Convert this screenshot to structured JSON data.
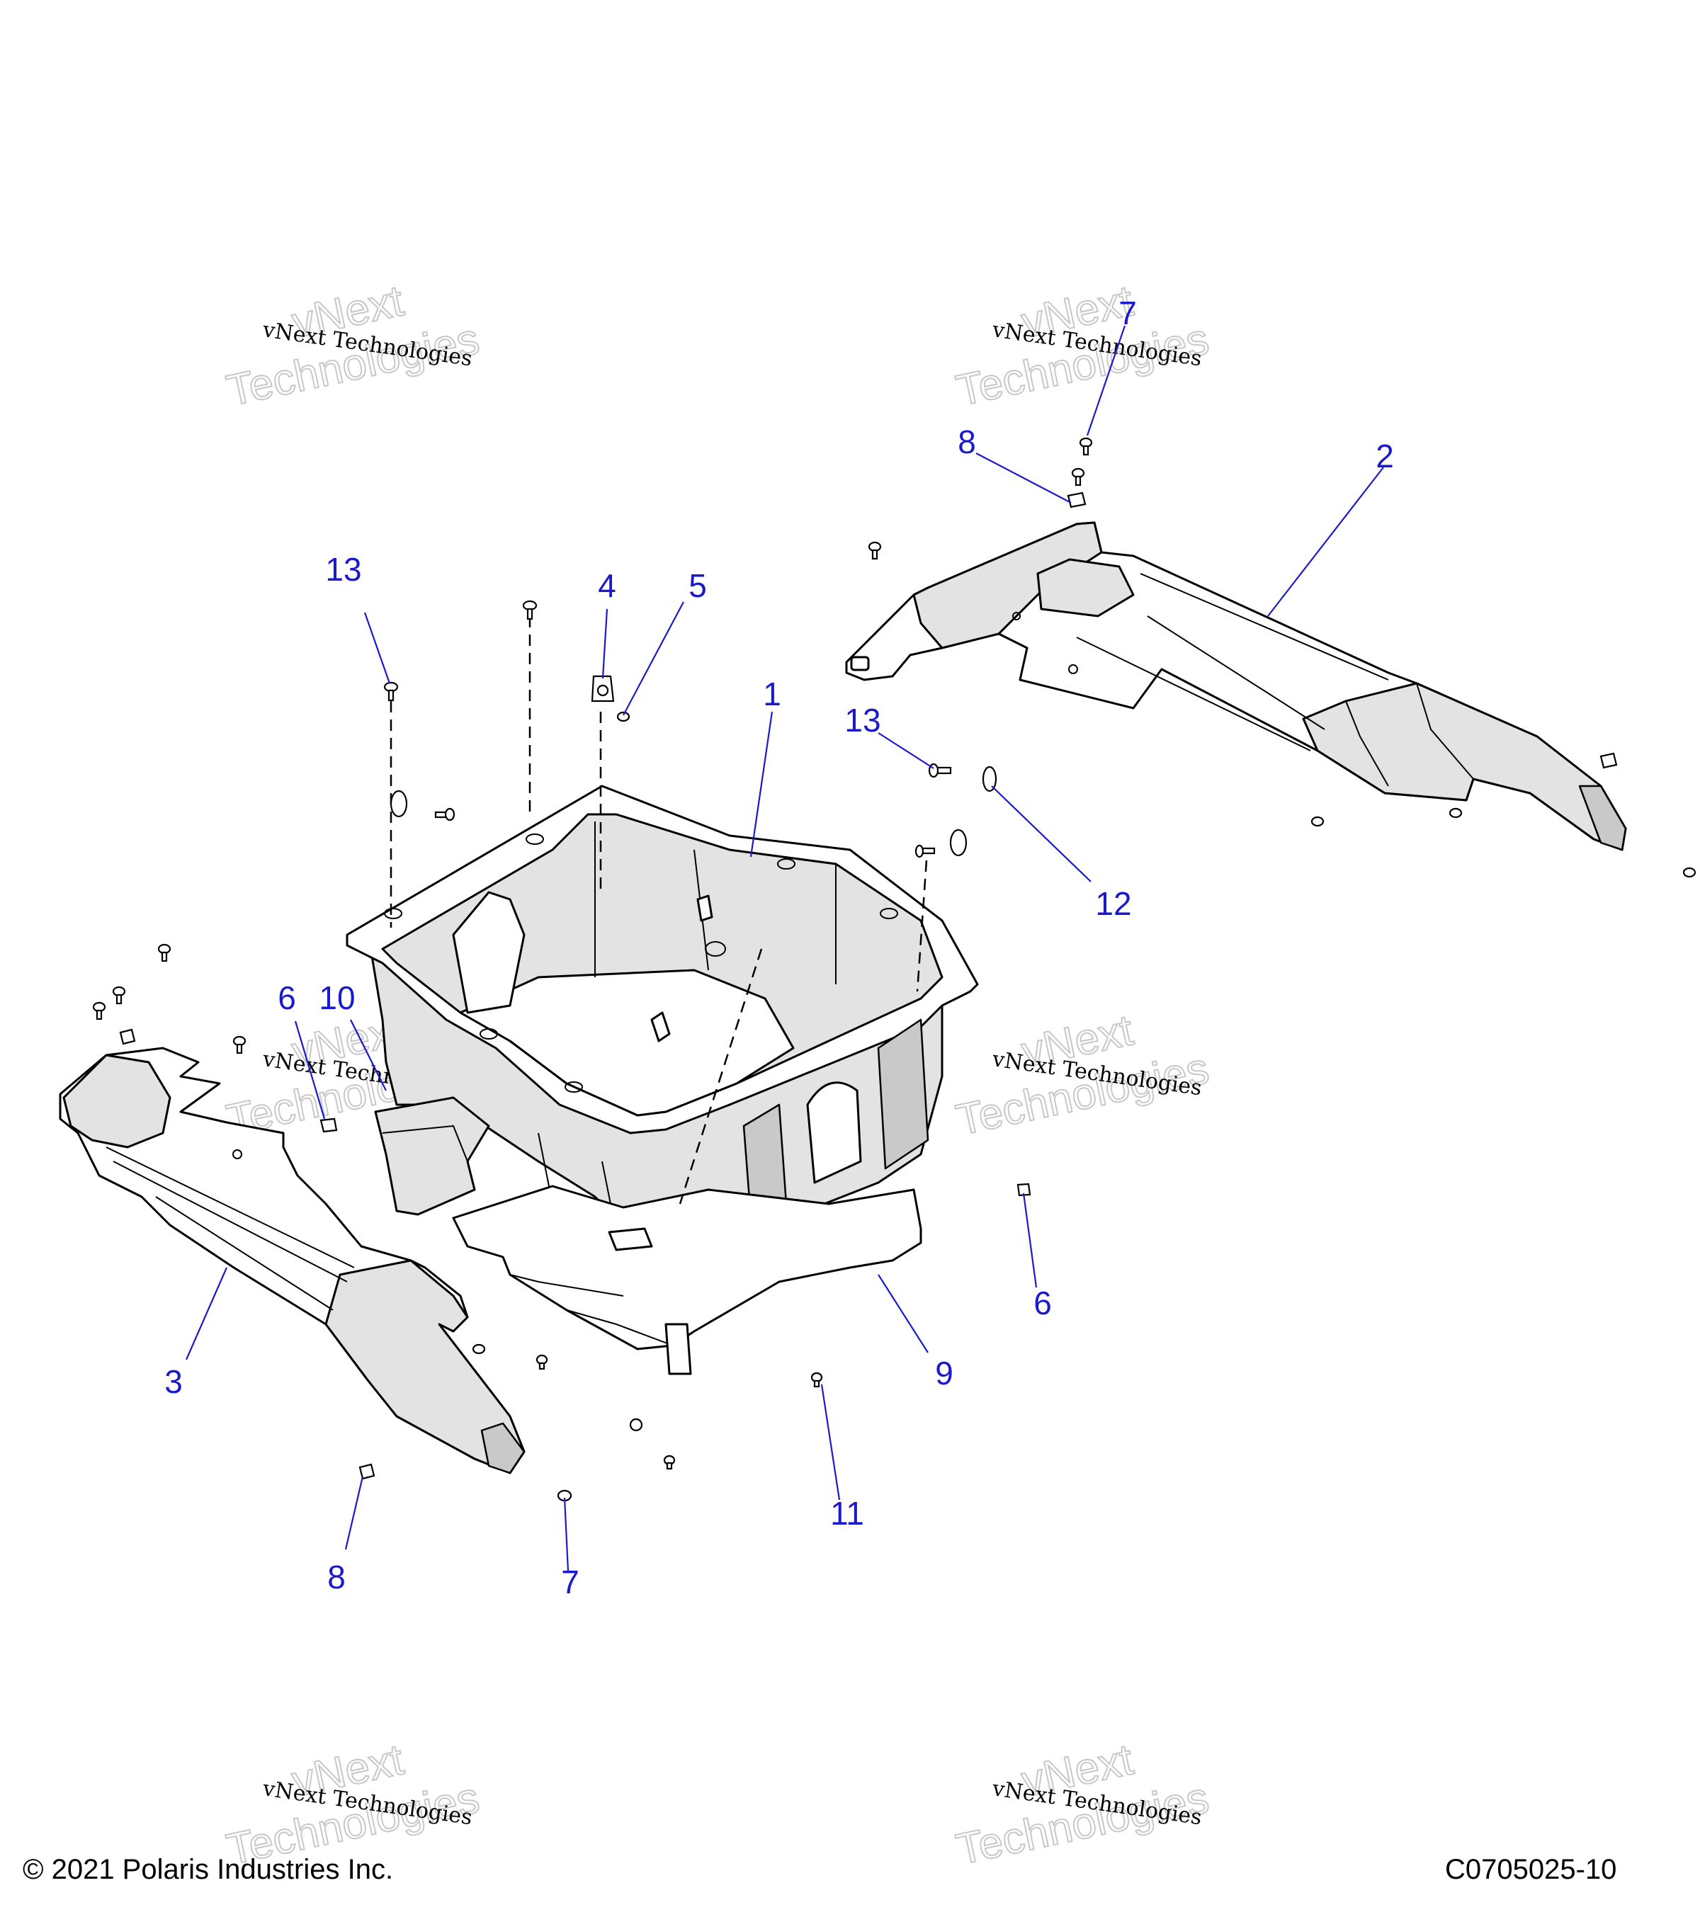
{
  "watermark": {
    "line_small": "vNext Technologies",
    "line_big_1": "vNext",
    "line_big_2": "Technologies"
  },
  "callouts": [
    {
      "id": "c1",
      "label": "1"
    },
    {
      "id": "c2",
      "label": "2"
    },
    {
      "id": "c3",
      "label": "3"
    },
    {
      "id": "c4",
      "label": "4"
    },
    {
      "id": "c5",
      "label": "5"
    },
    {
      "id": "c6a",
      "label": "6"
    },
    {
      "id": "c6b",
      "label": "6"
    },
    {
      "id": "c7a",
      "label": "7"
    },
    {
      "id": "c7b",
      "label": "7"
    },
    {
      "id": "c8a",
      "label": "8"
    },
    {
      "id": "c8b",
      "label": "8"
    },
    {
      "id": "c9",
      "label": "9"
    },
    {
      "id": "c10",
      "label": "10"
    },
    {
      "id": "c11",
      "label": "11"
    },
    {
      "id": "c12",
      "label": "12"
    },
    {
      "id": "c13a",
      "label": "13"
    },
    {
      "id": "c13b",
      "label": "13"
    }
  ],
  "footer": {
    "copyright": "© 2021 Polaris Industries Inc.",
    "diagram_code": "C0705025-10"
  }
}
